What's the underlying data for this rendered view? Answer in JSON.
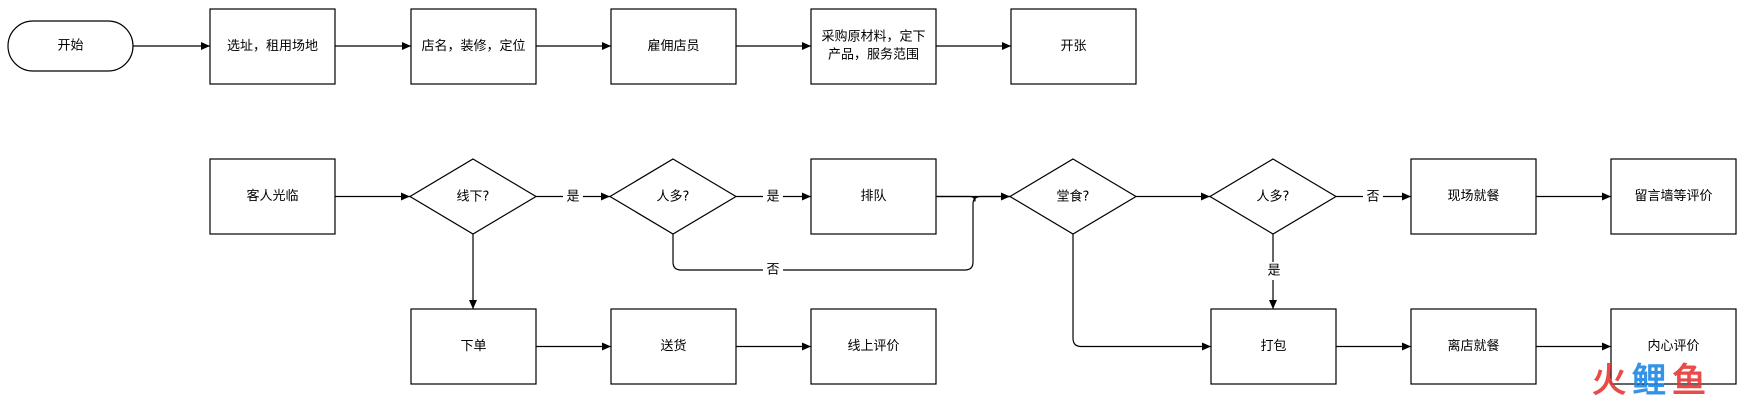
{
  "nodes": {
    "start": "开始",
    "site": "选址，租用场地",
    "name": "店名，装修，定位",
    "hire": "雇佣店员",
    "purchase_1": "采购原材料，定下",
    "purchase_2": "产品，服务范围",
    "open": "开张",
    "guest": "客人光临",
    "offline_q": "线下?",
    "crowd_q1": "人多?",
    "queue": "排队",
    "dine_q": "堂食?",
    "crowd_q2": "人多?",
    "dine_in": "现场就餐",
    "comment_wall": "留言墙等评价",
    "order": "下单",
    "deliver": "送货",
    "online_review": "线上评价",
    "pack": "打包",
    "leave_eat": "离店就餐",
    "inner_review": "内心评价"
  },
  "edges": {
    "yes_1": "是",
    "yes_2": "是",
    "no_1": "否",
    "no_2": "否",
    "yes_3": "是"
  },
  "watermark": {
    "text1": "火",
    "text2": "鲤",
    "text3": "鱼",
    "color_red": "#e53935",
    "color_blue": "#1e88e5"
  }
}
